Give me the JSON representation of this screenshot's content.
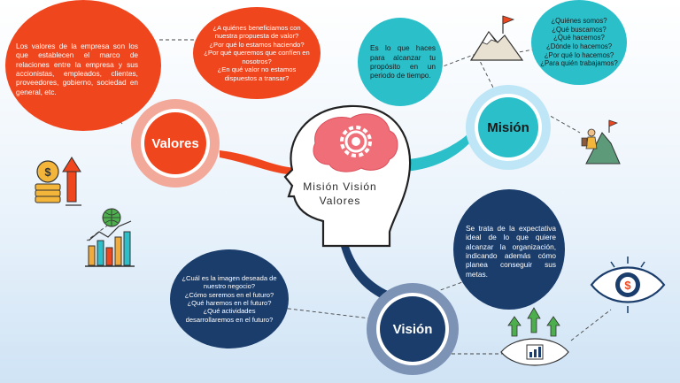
{
  "center": {
    "line1": "Misión Visión",
    "line2": "Valores"
  },
  "valores": {
    "label": "Valores",
    "description": "Los valores de la empresa son los que establecen el marco de relaciones entre la empresa y sus accionistas, empleados, clientes, proveedores, gobierno, sociedad en general, etc.",
    "questions": [
      "¿A quiénes beneficiamos con nuestra propuesta de valor?",
      "¿Por qué lo estamos haciendo?",
      "¿Por qué queremos que confíen en nosotros?",
      "¿En qué valor no estamos dispuestos a transar?"
    ]
  },
  "mision": {
    "label": "Misión",
    "description": "Es lo que haces para alcanzar tu propósito en un periodo de tiempo.",
    "questions": [
      "¿Quiénes somos?",
      "¿Qué buscamos?",
      "¿Qué hacemos?",
      "¿Dónde lo hacemos?",
      "¿Por qué lo hacemos?",
      "¿Para quién trabajamos?"
    ]
  },
  "vision": {
    "label": "Visión",
    "description": "Se trata de la expectativa ideal de lo que quiere alcanzar la organización, indicando además cómo planea conseguir sus metas.",
    "questions": [
      "¿Cuál es la imagen deseada de nuestro negocio?",
      "¿Cómo seremos en el futuro?",
      "¿Qué haremos en el futuro?",
      "¿Qué actividades desarrollaremos en el futuro?"
    ]
  },
  "icons": {
    "money": "dollar-coins-arrow-icon",
    "globe_chart": "globe-bar-chart-icon",
    "mountain": "mountain-flag-icon",
    "climber": "climber-flag-icon",
    "eye": "eye-dollar-icon",
    "growth": "growth-chart-arrows-icon",
    "brain": "brain-gear-icon"
  },
  "colors": {
    "valores": "#f0461e",
    "mision": "#2bbfca",
    "vision": "#1b3d6b",
    "ring_valores": "#f2a99a",
    "ring_mision": "#bfe6f6",
    "ring_vision": "#7d93b6",
    "brain": "#f06e78"
  }
}
